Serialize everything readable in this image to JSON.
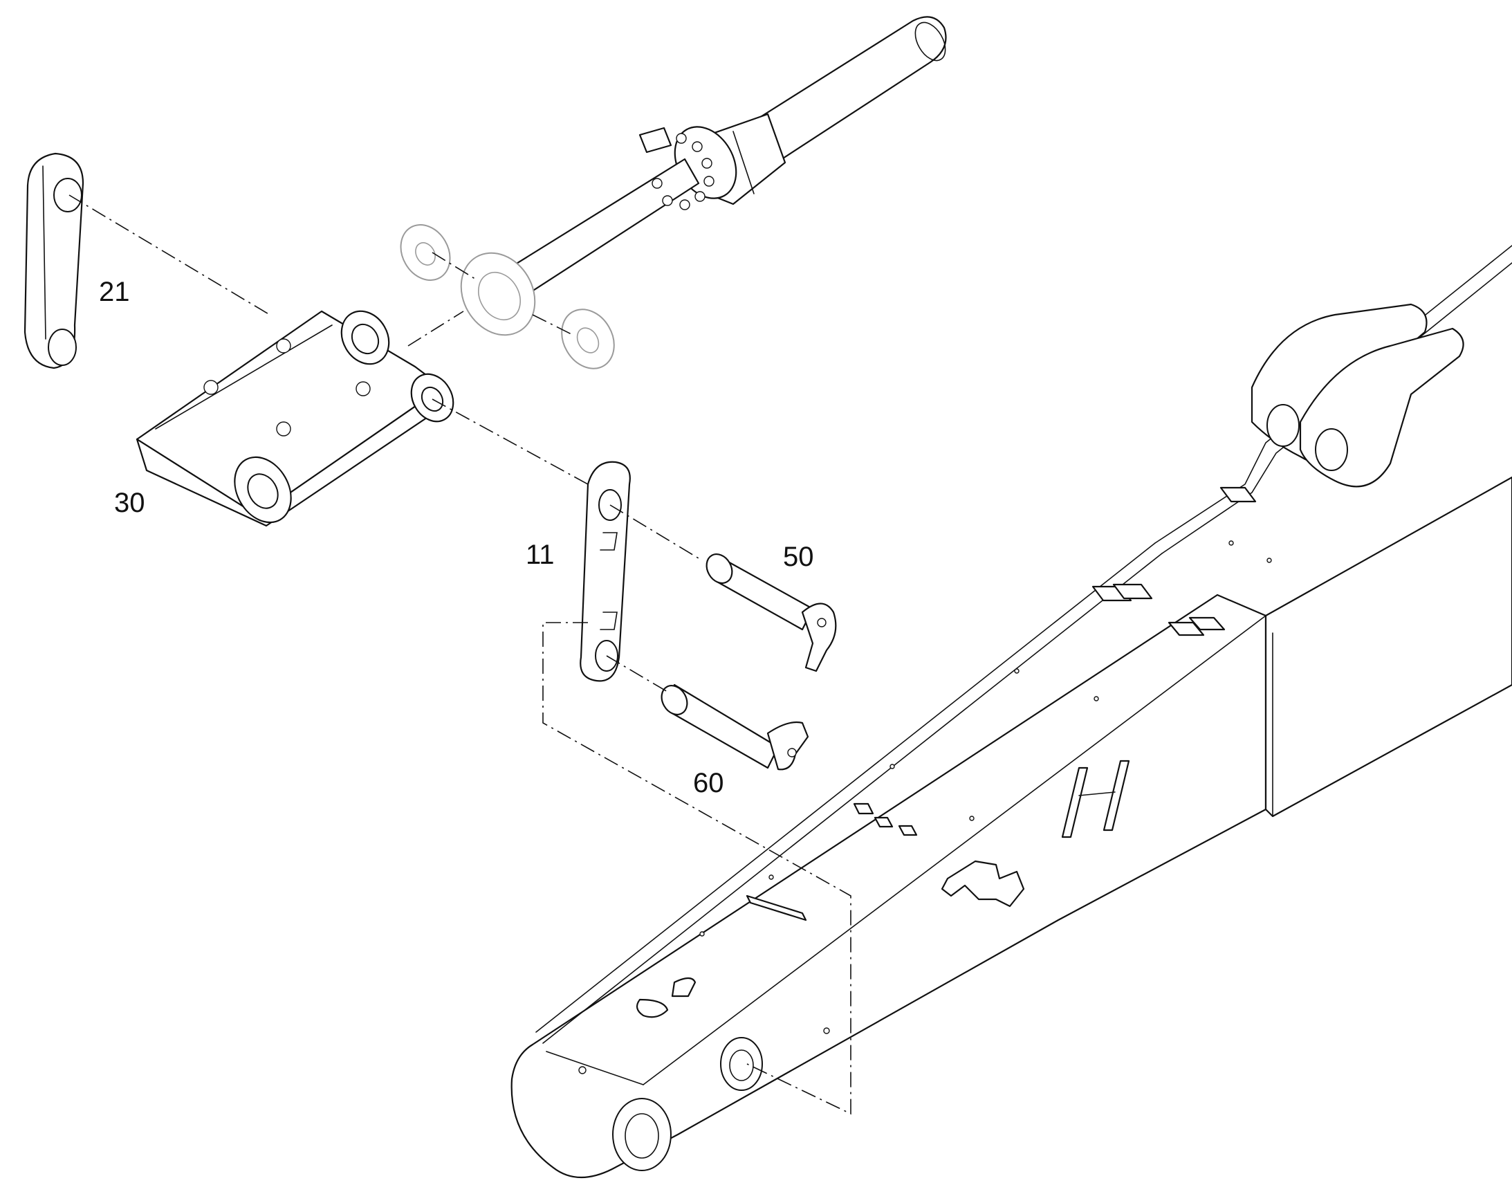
{
  "callouts": {
    "c11": "11",
    "c21": "21",
    "c30": "30",
    "c50": "50",
    "c60": "60"
  },
  "colors": {
    "line": "#111111",
    "faded": "#9a9a9a",
    "background": "#ffffff"
  }
}
